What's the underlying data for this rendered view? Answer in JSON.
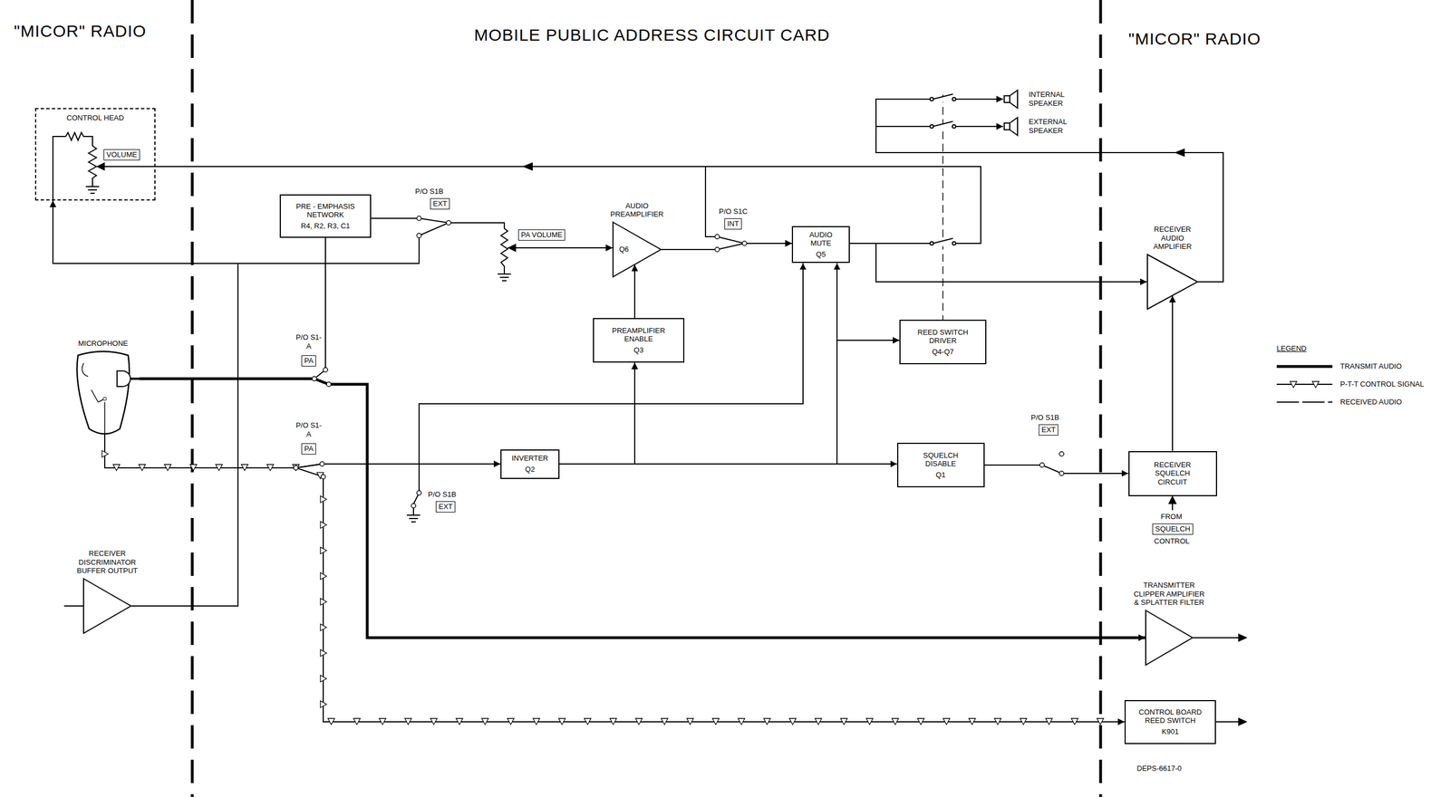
{
  "diagram": {
    "title": "MOBILE PUBLIC ADDRESS CIRCUIT CARD",
    "nodes": [
      {
        "text": [
          "CONTROL HEAD"
        ]
      },
      {
        "text": [
          "PRE - EMPHASIS NETWORK",
          "R4, R2, R3, C1"
        ]
      },
      {
        "text": [
          "AUDIO PREAMPLIFIER",
          "Q6"
        ]
      },
      {
        "text": [
          "PREAMPLIFIER ENABLE",
          "Q3"
        ]
      },
      {
        "text": [
          "AUDIO MUTE",
          "Q5"
        ]
      },
      {
        "text": [
          "REED SWITCH DRIVER",
          "Q4-Q7"
        ]
      },
      {
        "text": [
          "INVERTER",
          "Q2"
        ]
      },
      {
        "text": [
          "SQUELCH DISABLE",
          "Q1"
        ]
      },
      {
        "text": [
          "RECEIVER AUDIO AMPLIFIER"
        ]
      },
      {
        "text": [
          "RECEIVER SQUELCH CIRCUIT"
        ]
      },
      {
        "text": [
          "TRANSMITTER CLIPPER AMPLIFIER & SPLATTER FILTER"
        ]
      },
      {
        "text": [
          "CONTROL BOARD REED SWITCH",
          "K901"
        ]
      },
      {
        "text": [
          "RECEIVER DISCRIMINATOR BUFFER OUTPUT"
        ]
      },
      {
        "text": [
          "MICROPHONE"
        ]
      },
      {
        "text": [
          "INTERNAL SPEAKER"
        ]
      },
      {
        "text": [
          "EXTERNAL SPEAKER"
        ]
      }
    ],
    "edges": [
      {
        "from": 12,
        "to": 0,
        "arrow": "to"
      },
      {
        "from": 0,
        "to": 4,
        "arrow": "to"
      },
      {
        "from": 13,
        "to": 1,
        "arrow": "none"
      },
      {
        "from": 1,
        "to": 2,
        "arrow": "to"
      },
      {
        "from": 2,
        "to": 4,
        "arrow": "to"
      },
      {
        "from": 13,
        "to": 10,
        "arrow": "to"
      },
      {
        "from": 13,
        "to": 6,
        "arrow": "to"
      },
      {
        "from": 13,
        "to": 4,
        "arrow": "to"
      },
      {
        "from": 13,
        "to": 11,
        "arrow": "to"
      },
      {
        "from": 6,
        "to": 3,
        "arrow": "to"
      },
      {
        "from": 3,
        "to": 2,
        "arrow": "to"
      },
      {
        "from": 6,
        "to": 4,
        "arrow": "to"
      },
      {
        "from": 6,
        "to": 5,
        "arrow": "to"
      },
      {
        "from": 6,
        "to": 7,
        "arrow": "to"
      },
      {
        "from": 7,
        "to": 9,
        "arrow": "to"
      },
      {
        "from": 9,
        "to": 8,
        "arrow": "to"
      },
      {
        "from": 4,
        "to": 8,
        "arrow": "to"
      },
      {
        "from": 8,
        "to": 14,
        "arrow": "to"
      },
      {
        "from": 8,
        "to": 15,
        "arrow": "to"
      },
      {
        "from": 12,
        "to": 2,
        "arrow": "to"
      }
    ],
    "labels": [
      "\"MICOR\" RADIO",
      "\"MICOR\" RADIO",
      "VOLUME",
      "P/O S1B",
      "EXT",
      "PA VOLUME",
      "P/O S1C",
      "INT",
      "P/O S1-A",
      "PA",
      "P/O S1-A",
      "PA",
      "P/O S1B",
      "EXT",
      "P/O S1B",
      "EXT",
      "FROM",
      "SQUELCH",
      "CONTROL",
      "LEGEND",
      "DEPS-6617-0"
    ],
    "legend": [
      {
        "text": "TRANSMIT AUDIO"
      },
      {
        "text": "P-T-T CONTROL SIGNAL"
      },
      {
        "text": "RECEIVED AUDIO"
      }
    ]
  }
}
